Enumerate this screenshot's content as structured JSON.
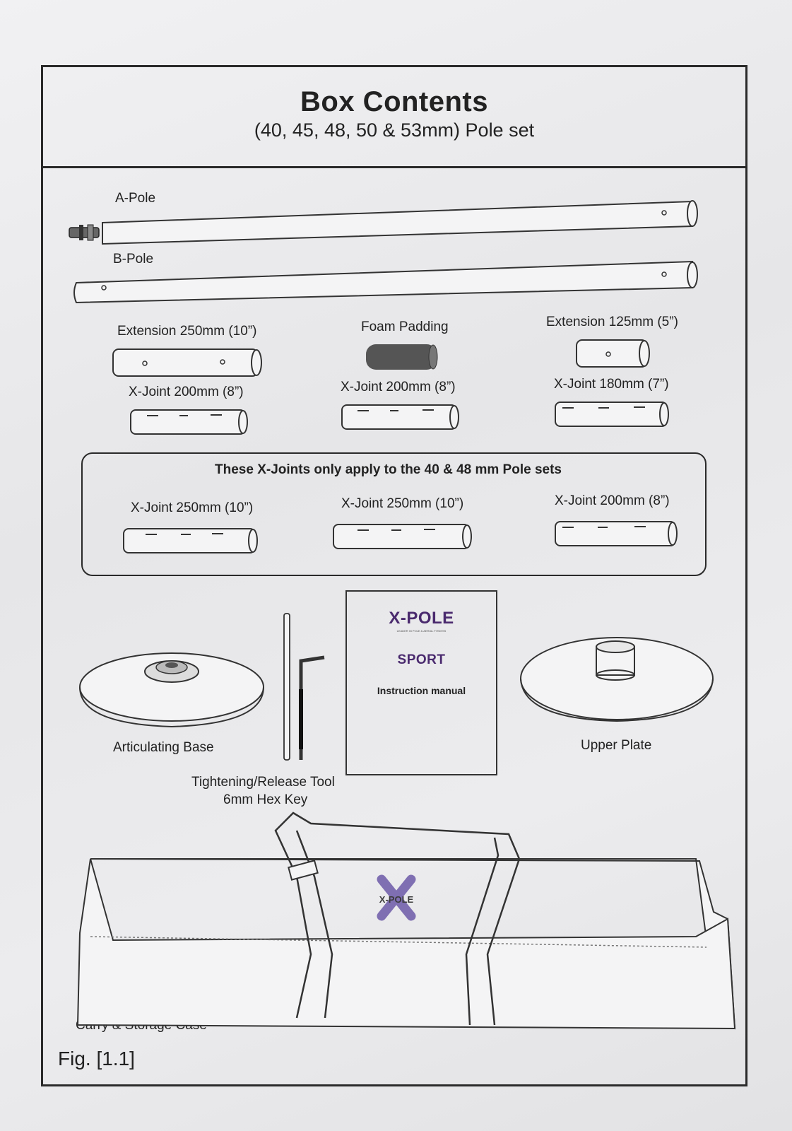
{
  "header": {
    "title": "Box Contents",
    "subtitle": "(40, 45, 48, 50 & 53mm) Pole set"
  },
  "parts": {
    "a_pole": "A-Pole",
    "b_pole": "B-Pole",
    "extension_250": "Extension 250mm (10”)",
    "foam_padding": "Foam Padding",
    "extension_125": "Extension 125mm (5”)",
    "xjoint_200_left": "X-Joint 200mm (8”)",
    "xjoint_200_mid": "X-Joint 200mm (8”)",
    "xjoint_180": "X-Joint 180mm (7”)"
  },
  "note_box": {
    "heading": "These X-Joints only apply to the 40 & 48 mm Pole sets",
    "items": [
      "X-Joint 250mm (10”)",
      "X-Joint 250mm (10”)",
      "X-Joint 200mm (8”)"
    ]
  },
  "accessories": {
    "base": "Articulating Base",
    "tool_line1": "Tightening/Release Tool",
    "tool_line2": "6mm Hex Key",
    "upper_plate": "Upper Plate",
    "case": "Carry & Storage Case"
  },
  "manual": {
    "brand": "X-POLE",
    "tagline": "LEADER IN POLE & AERIAL FITNESS",
    "product": "SPORT",
    "label": "Instruction manual"
  },
  "case_logo": "X-POLE",
  "figure_label": "Fig. [1.1]",
  "colors": {
    "brand_purple": "#4a2a6e",
    "line": "#2a2a2a",
    "foam": "#555555"
  }
}
